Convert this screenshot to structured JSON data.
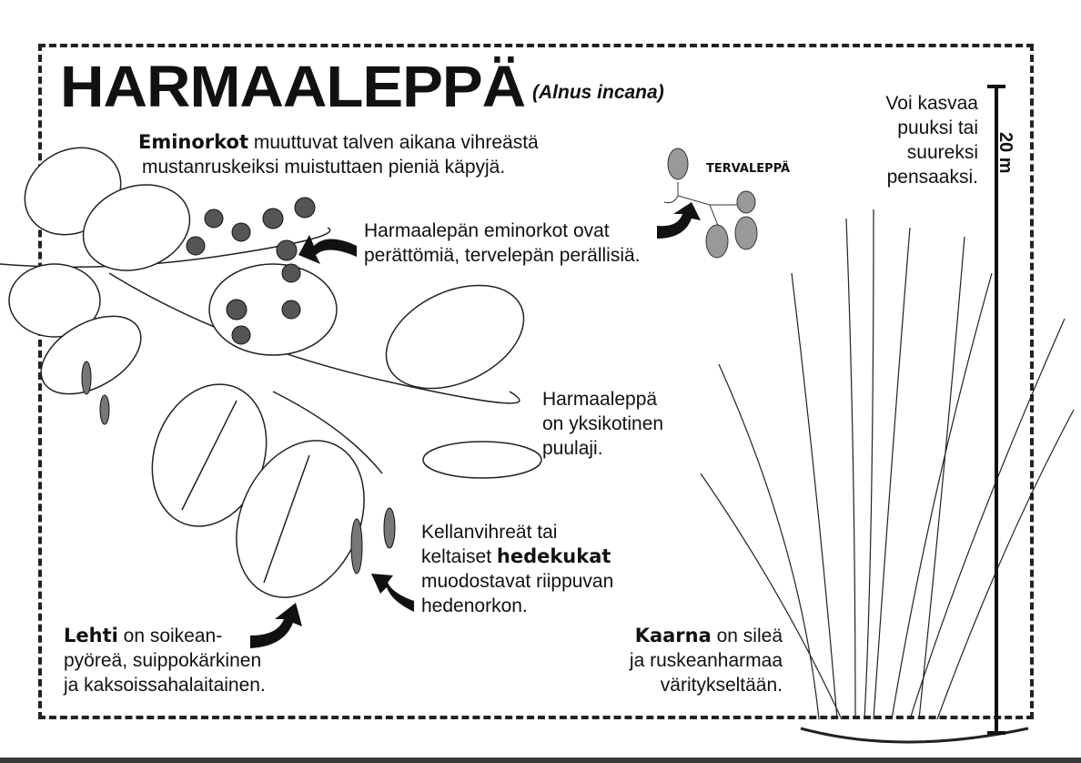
{
  "title": "HARMAALEPPÄ",
  "latin_name": "(Alnus incana)",
  "female_catkins": {
    "bold": "Eminorkot",
    "text1": " muuttuvat talven aikana vihreästä",
    "text2": "mustanruskeiksi muistuttaen pieniä käpyjä."
  },
  "stalk_note": {
    "line1": "Harmaalepän eminorkot ovat",
    "line2": "perättömiä, tervelepän perällisiä."
  },
  "comparison_label": "TERVALEPPÄ",
  "growth": {
    "line1": "Voi kasvaa",
    "line2": "puuksi tai",
    "line3": "suureksi",
    "line4": "pensaaksi."
  },
  "height_label": "20 m",
  "monoecious": {
    "line1": "Harmaaleppä",
    "line2": "on yksikotinen",
    "line3": "puulaji."
  },
  "male_catkins": {
    "line1": "Kellanvihreät tai",
    "line2a": "keltaiset ",
    "bold": "hedekukat",
    "line3": "muodostavat riippuvan",
    "line4": "hedenorkon."
  },
  "leaf": {
    "bold": "Lehti",
    "line1": " on soikean-",
    "line2": "pyöreä, suippokärkinen",
    "line3": "ja kaksoissahalaitainen."
  },
  "bark": {
    "bold": "Kaarna",
    "line1": " on sileä",
    "line2": "ja ruskeanharmaa",
    "line3": "väritykseltään."
  }
}
